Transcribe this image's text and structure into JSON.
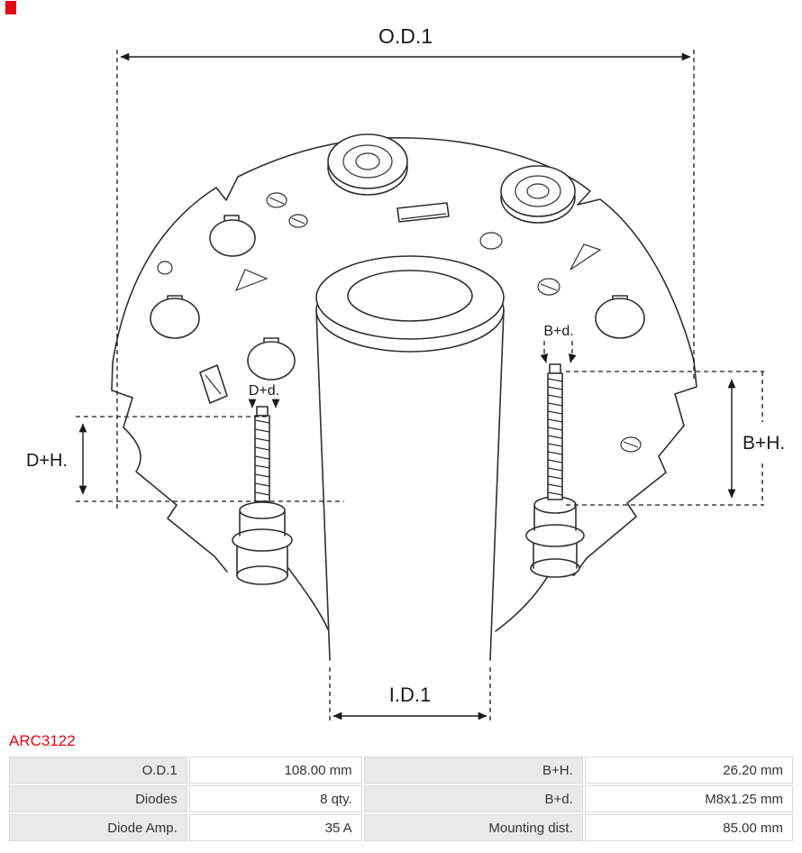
{
  "colors": {
    "accent_red": "#e30613",
    "line": "#2f2f2f",
    "table_label_bg": "#e9e9e9"
  },
  "brand": {
    "logo_fragment": "red-square"
  },
  "part_number": "ARC3122",
  "diagram": {
    "dim_od1": "O.D.1",
    "dim_id1": "I.D.1",
    "dim_dh": "D+H.",
    "dim_bh": "B+H.",
    "dim_dd": "D+d.",
    "dim_bd": "B+d."
  },
  "table": {
    "rows": [
      {
        "l_label": "O.D.1",
        "l_value": "108.00 mm",
        "r_label": "B+H.",
        "r_value": "26.20 mm"
      },
      {
        "l_label": "Diodes",
        "l_value": "8 qty.",
        "r_label": "B+d.",
        "r_value": "M8x1.25 mm"
      },
      {
        "l_label": "Diode Amp.",
        "l_value": "35 A",
        "r_label": "Mounting dist.",
        "r_value": "85.00 mm"
      }
    ]
  }
}
